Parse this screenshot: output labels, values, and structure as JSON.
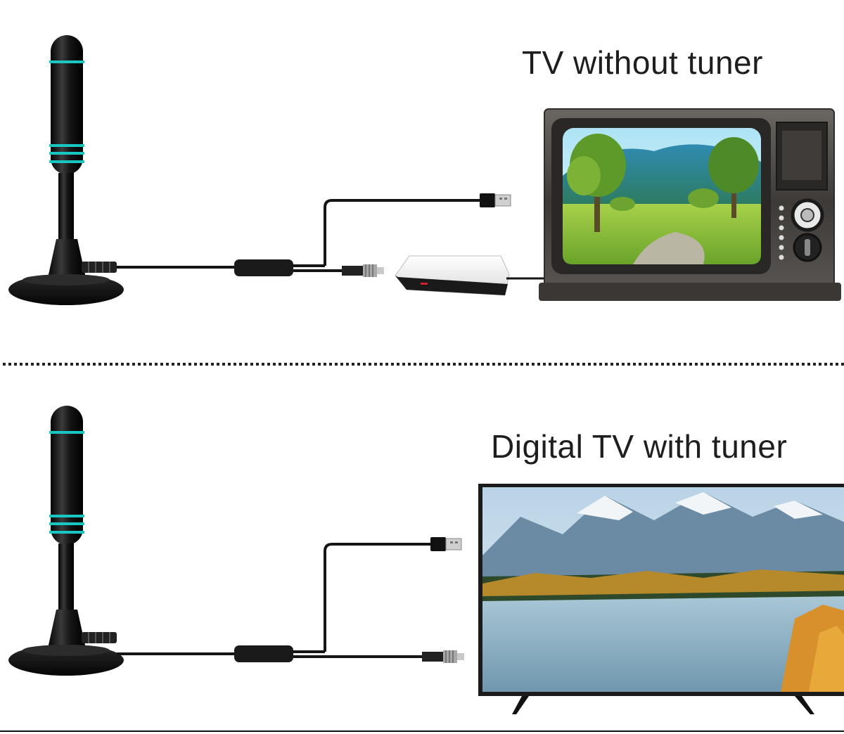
{
  "diagram": {
    "top_panel": {
      "label": "TV without tuner",
      "components": [
        "antenna",
        "amplifier-inline-box",
        "usb-power-plug",
        "coax-connector",
        "set-top-box",
        "crt-tv"
      ]
    },
    "bottom_panel": {
      "label": "Digital TV with tuner",
      "components": [
        "antenna",
        "amplifier-inline-box",
        "usb-power-plug",
        "coax-connector",
        "flat-screen-tv"
      ]
    },
    "colors": {
      "antenna_body": "#141414",
      "antenna_ring": "#19c6c0",
      "cable": "#151515",
      "crt_frame": "#4a4744",
      "box_white": "#f4f4f4",
      "box_led": "#d0202a",
      "tv_frame": "#1b1b1b"
    }
  }
}
